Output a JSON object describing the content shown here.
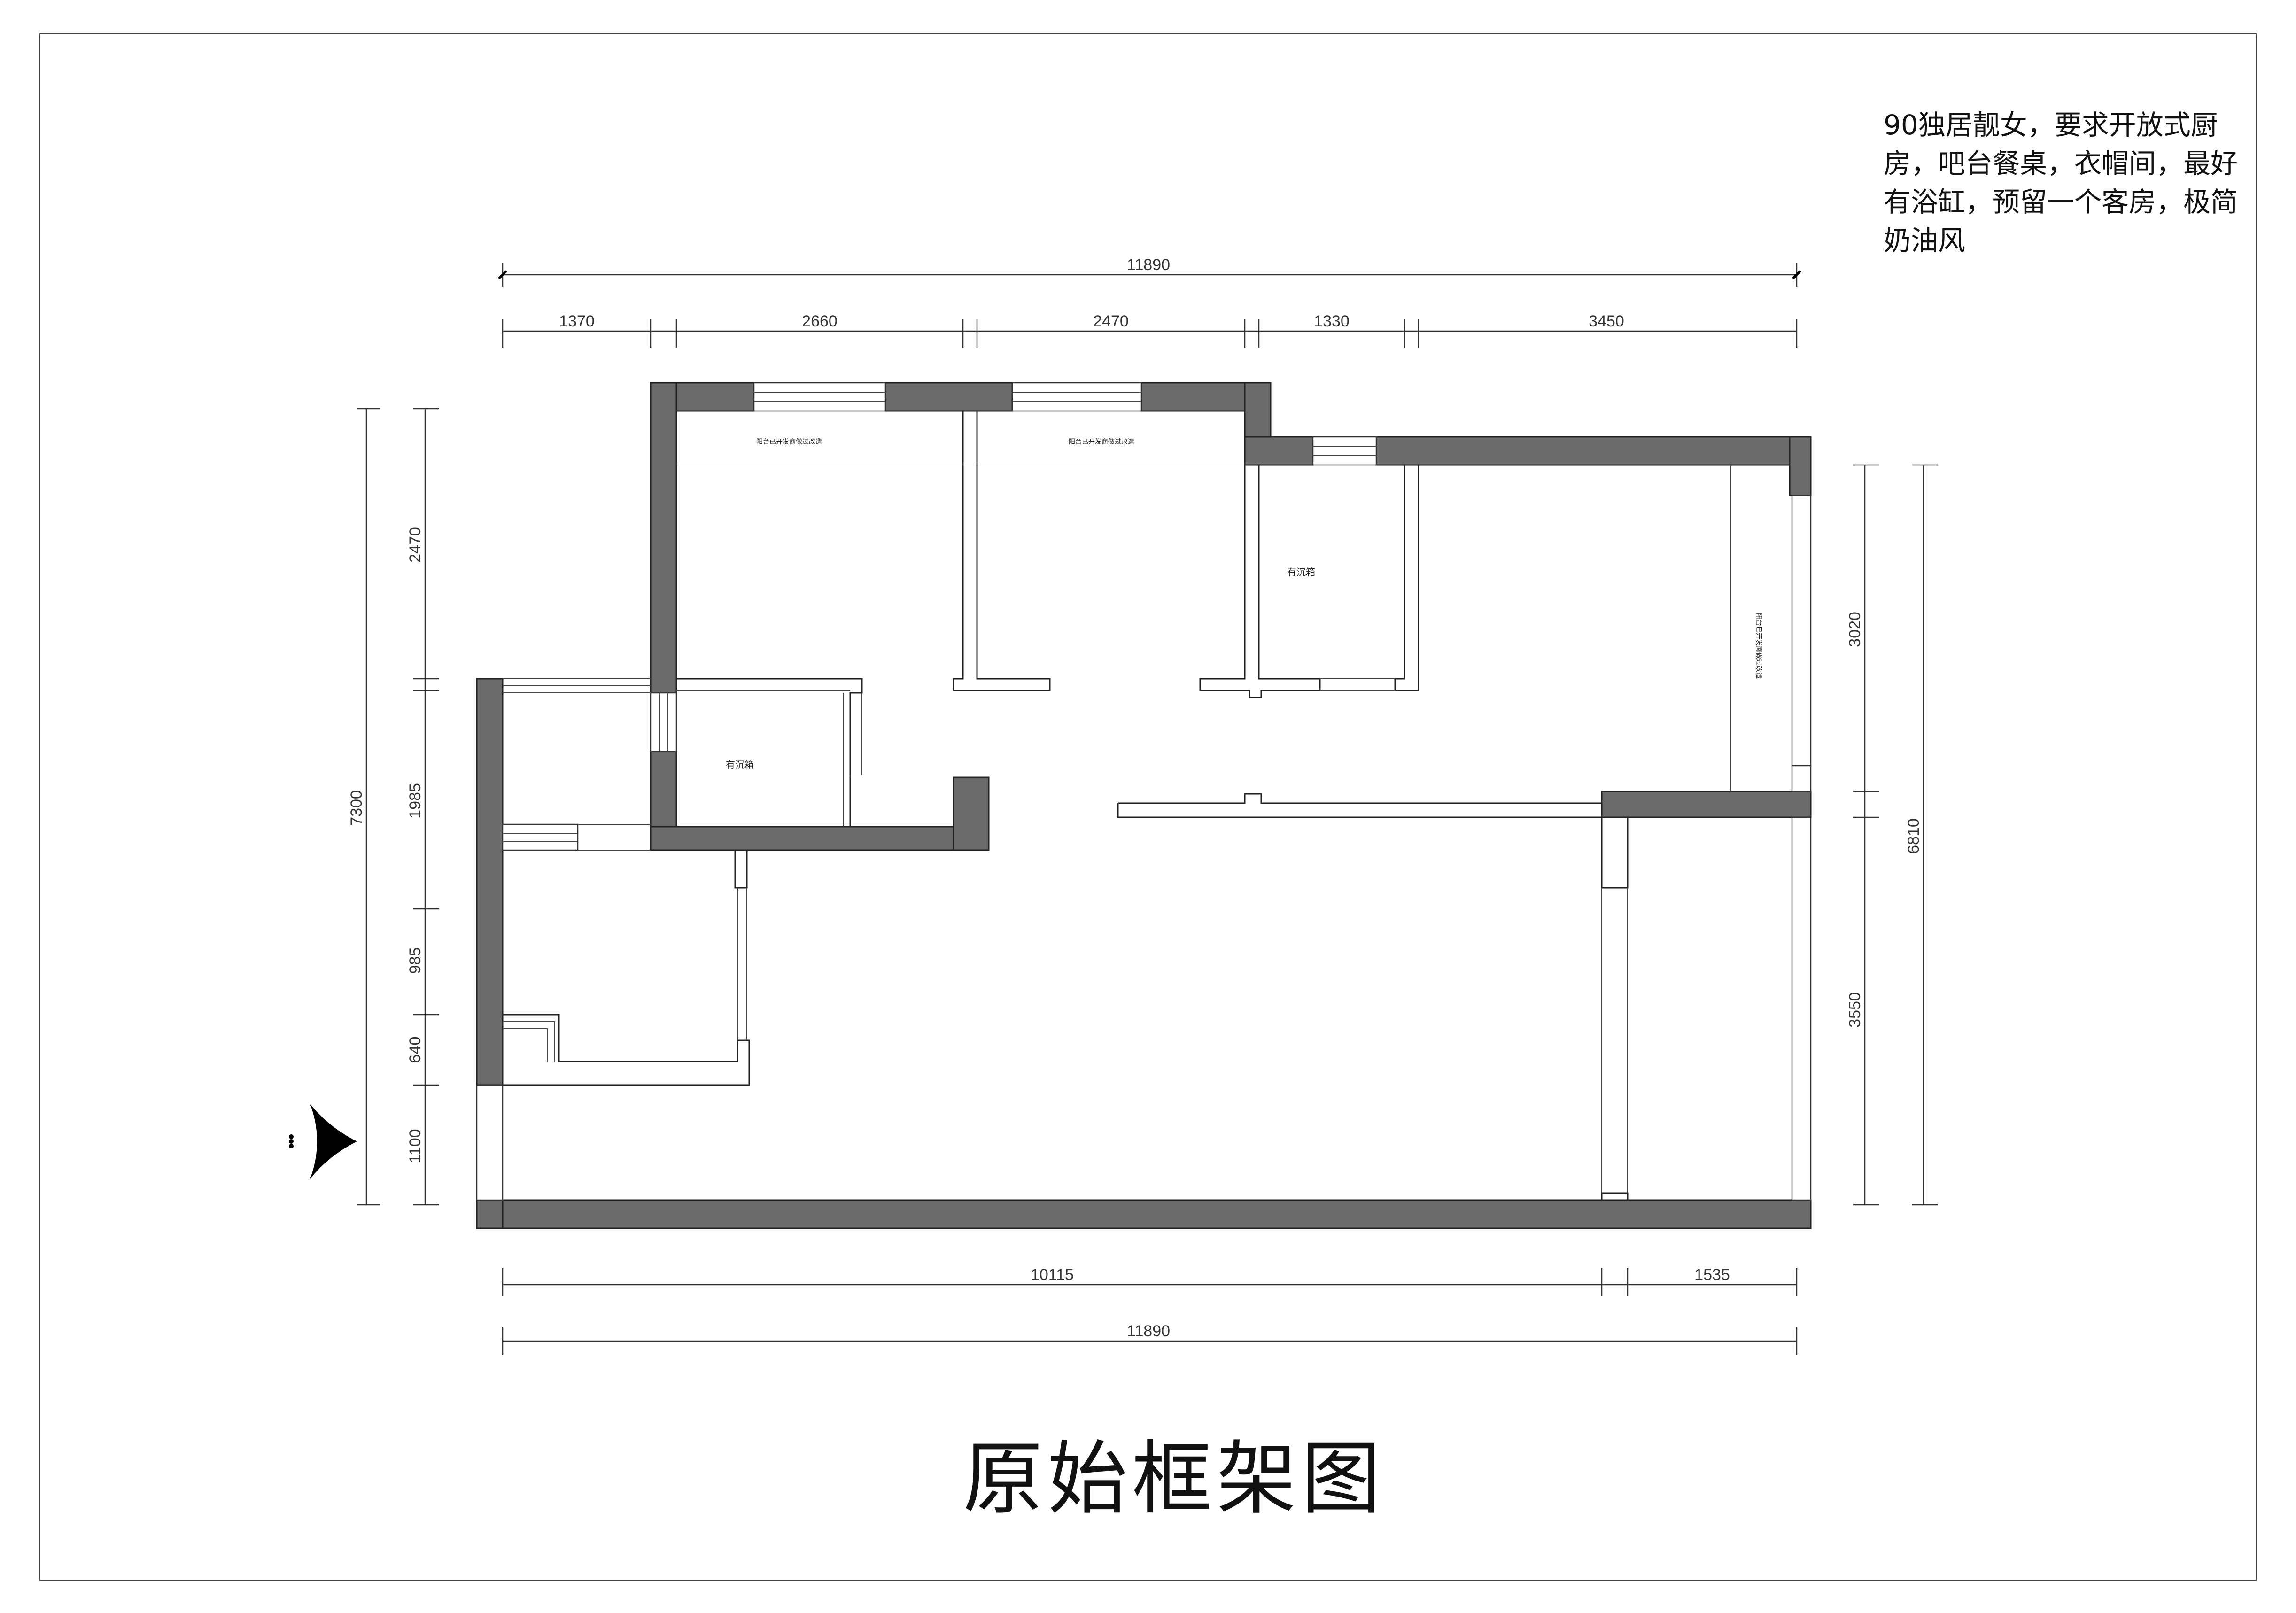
{
  "title": "原始框架图",
  "requirements_note": "90独居靓女，要求开放式厨房，吧台餐桌，衣帽间，最好有浴缸，预留一个客房，极简奶油风",
  "room_labels": {
    "sunken_1": "有沉箱",
    "sunken_2": "有沉箱",
    "balcony_note_1": "阳台已开发商做过改造",
    "balcony_note_2": "阳台已开发商做过改造",
    "balcony_note_3": "阳台已开发商做过改造"
  },
  "dimensions": {
    "top_total": "11890",
    "top_segments": [
      "1370",
      "2660",
      "2470",
      "1330",
      "3450"
    ],
    "left_total": "7300",
    "left_segments": [
      "2470",
      "1985",
      "985",
      "640",
      "1100"
    ],
    "right_total": "6810",
    "right_segments": [
      "3020",
      "3550"
    ],
    "bottom_segments": [
      "10115",
      "1535"
    ],
    "bottom_total": "11890"
  },
  "colors": {
    "wall": "#6b6b6b",
    "line": "#222222",
    "background": "#ffffff"
  }
}
